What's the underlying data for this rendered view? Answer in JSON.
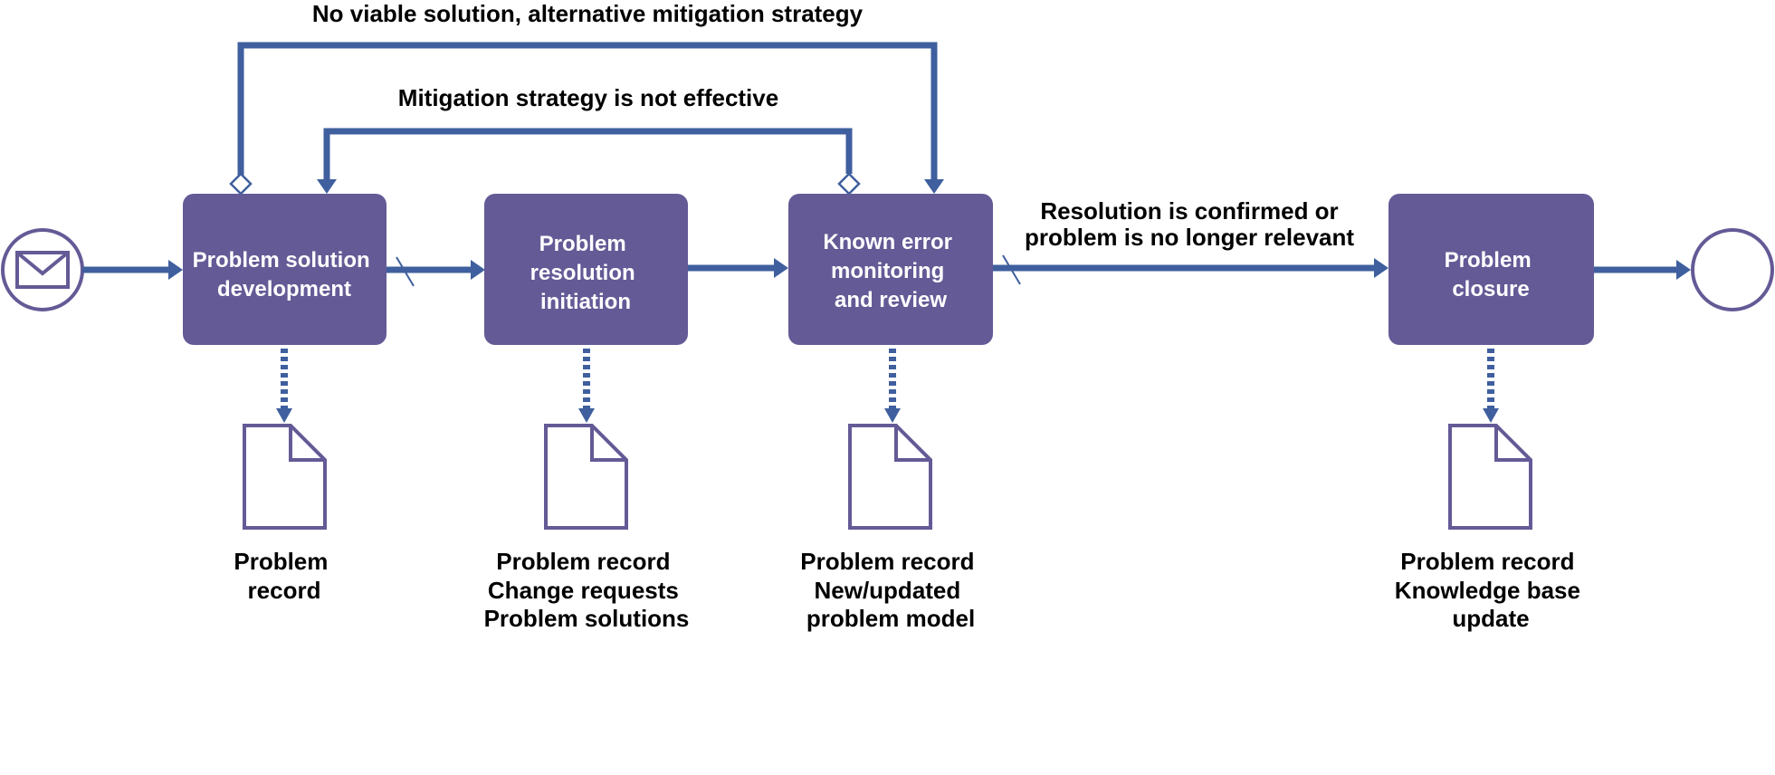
{
  "loops": {
    "no_viable": "No viable solution, alternative mitigation strategy",
    "not_effective": "Mitigation strategy is not effective"
  },
  "condition": {
    "line1": "Resolution is confirmed or",
    "line2": "problem is no longer relevant"
  },
  "processes": [
    {
      "lines": [
        "Problem solution",
        "development"
      ]
    },
    {
      "lines": [
        "Problem",
        "resolution",
        "initiation"
      ]
    },
    {
      "lines": [
        "Known error",
        "monitoring",
        "and review"
      ]
    },
    {
      "lines": [
        "Problem",
        "closure"
      ]
    }
  ],
  "outputs": [
    {
      "lines": [
        "Problem",
        "record"
      ]
    },
    {
      "lines": [
        "Problem record",
        "Change requests",
        "Problem solutions"
      ]
    },
    {
      "lines": [
        "Problem record",
        "New/updated",
        "problem model"
      ]
    },
    {
      "lines": [
        "Problem record",
        "Knowledge base",
        "update"
      ]
    }
  ],
  "colors": {
    "process_fill": "#645a96",
    "flow_line": "#3f5f9e",
    "outline": "#645a96"
  },
  "icons": {
    "start": "message-envelope-icon",
    "end": "end-event-circle-icon",
    "output": "document-icon"
  }
}
